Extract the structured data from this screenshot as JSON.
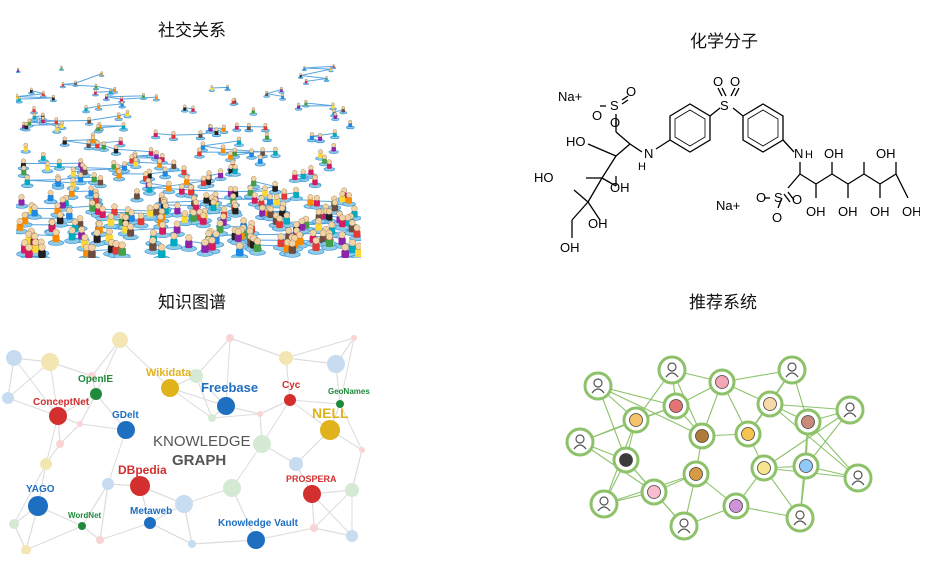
{
  "panels": [
    {
      "id": "social",
      "title": "社交关系"
    },
    {
      "id": "chemistry",
      "title": "化学分子"
    },
    {
      "id": "kg",
      "title": "知识图谱"
    },
    {
      "id": "recsys",
      "title": "推荐系统"
    }
  ],
  "molecule": {
    "labels": [
      "Na+",
      "O",
      "S",
      "O",
      "O",
      "HO",
      "N",
      "H",
      "HO",
      "OH",
      "OH",
      "OH",
      "O",
      "S",
      "O",
      "N",
      "H",
      "OH",
      "OH",
      "Na+",
      "O",
      "S",
      "O",
      "O",
      "OH",
      "OH",
      "OH",
      "OH"
    ]
  },
  "knowledge_graph": {
    "center_line1": "KNOWLEDGE",
    "center_line2": "GRAPH",
    "nodes": [
      {
        "label": "OpenIE",
        "color": "#1f8a3c"
      },
      {
        "label": "Wikidata",
        "color": "#e0b21c"
      },
      {
        "label": "Freebase",
        "color": "#1f6fc1"
      },
      {
        "label": "Cyc",
        "color": "#d32f2f"
      },
      {
        "label": "GeoNames",
        "color": "#1f8a3c"
      },
      {
        "label": "ConceptNet",
        "color": "#d32f2f"
      },
      {
        "label": "GDelt",
        "color": "#1f6fc1"
      },
      {
        "label": "NELL",
        "color": "#e0b21c"
      },
      {
        "label": "DBpedia",
        "color": "#d32f2f"
      },
      {
        "label": "PROSPERA",
        "color": "#d32f2f"
      },
      {
        "label": "YAGO",
        "color": "#1f6fc1"
      },
      {
        "label": "WordNet",
        "color": "#1f8a3c"
      },
      {
        "label": "Metaweb",
        "color": "#1f6fc1"
      },
      {
        "label": "Knowledge Vault",
        "color": "#1f6fc1"
      }
    ]
  },
  "recsys": {
    "item_icons": [
      "donut-icon",
      "crab-icon",
      "noodles-icon",
      "ham-icon",
      "cupcake-icon",
      "burger-icon",
      "pizza-icon",
      "sushi-icon",
      "taco-icon",
      "egg-icon",
      "rice-bowl-icon",
      "ice-cream-icon",
      "muffin-icon"
    ]
  }
}
